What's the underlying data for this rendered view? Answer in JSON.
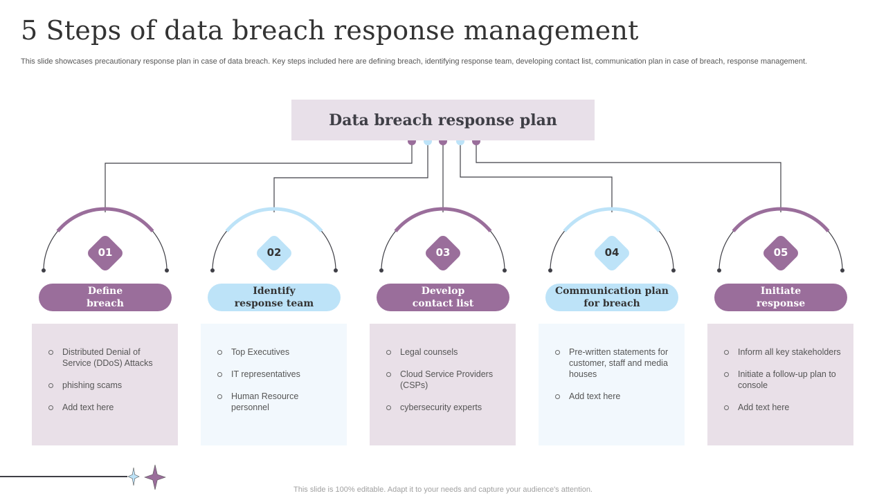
{
  "title": "5 Steps of data breach response management",
  "subtitle": "This slide showcases precautionary response plan in case of data breach. Key steps included here are defining breach, identifying response team, developing contact list, communication plan in case of breach, response management.",
  "central": {
    "label": "Data breach response plan"
  },
  "colors": {
    "purple": "#9a6e9b",
    "blue": "#bde3f8",
    "purple_card": "#e9e0e8",
    "blue_card": "#f2f8fd",
    "line": "#3f3f46",
    "text_dark": "#333333"
  },
  "steps": [
    {
      "number": "01",
      "label": "Define breach",
      "label_lines": [
        "Define",
        "breach"
      ],
      "theme": "purple",
      "items": [
        "Distributed Denial of Service (DDoS) Attacks",
        "phishing scams",
        "Add text here"
      ]
    },
    {
      "number": "02",
      "label": "Identify response team",
      "label_lines": [
        "Identify",
        "response team"
      ],
      "theme": "blue",
      "items": [
        "Top Executives",
        "IT representatives",
        "Human Resource personnel"
      ]
    },
    {
      "number": "03",
      "label": "Develop contact list",
      "label_lines": [
        "Develop",
        "contact list"
      ],
      "theme": "purple",
      "items": [
        "Legal counsels",
        "Cloud Service Providers (CSPs)",
        "cybersecurity experts"
      ]
    },
    {
      "number": "04",
      "label": "Communication plan for breach",
      "label_lines": [
        "Communication plan",
        "for breach"
      ],
      "theme": "blue",
      "items": [
        "Pre-written statements for customer, staff and media houses",
        "Add text here"
      ]
    },
    {
      "number": "05",
      "label": "Initiate response",
      "label_lines": [
        "Initiate",
        "response"
      ],
      "theme": "purple",
      "items": [
        "Inform all key stakeholders",
        "Initiate a follow-up plan to console",
        "Add text here"
      ]
    }
  ],
  "footer": "This slide is 100% editable. Adapt it to your needs and capture your audience's attention."
}
